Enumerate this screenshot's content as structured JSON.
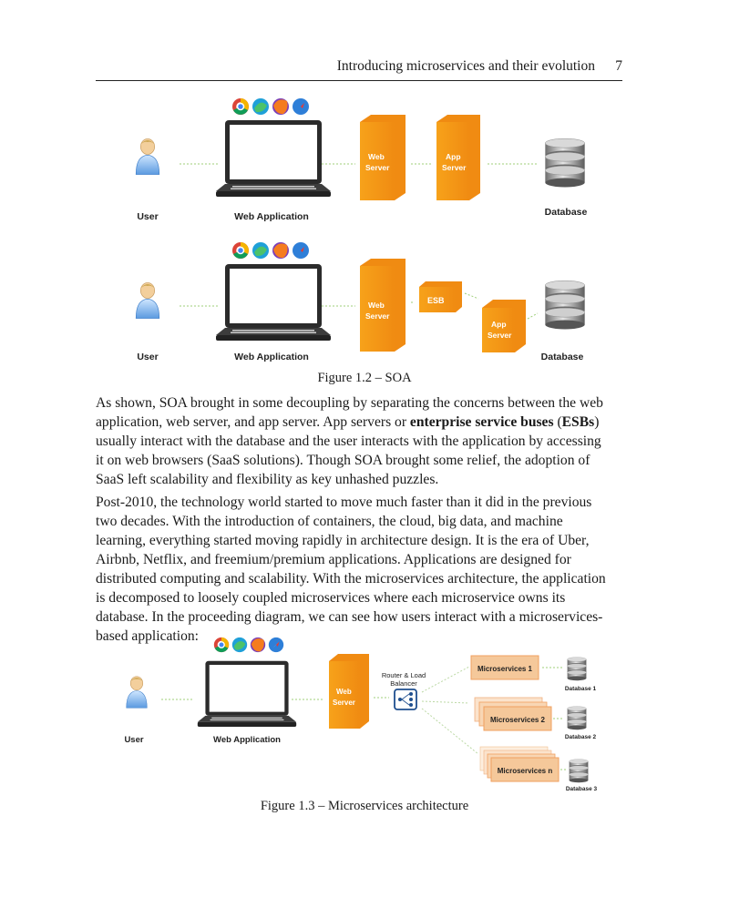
{
  "header": {
    "title": "Introducing microservices and their evolution",
    "page_number": "7"
  },
  "figure_1_2": {
    "caption": "Figure 1.2 – SOA",
    "top": {
      "user": "User",
      "web_application": "Web Application",
      "web_server": [
        "Web",
        "Server"
      ],
      "app_server": [
        "App",
        "Server"
      ],
      "database": "Database"
    },
    "bottom": {
      "user": "User",
      "web_application": "Web Application",
      "web_server": [
        "Web",
        "Server"
      ],
      "esb": "ESB",
      "app_server": [
        "App",
        "Server"
      ],
      "database": "Database"
    }
  },
  "paragraphs": {
    "p1": {
      "line1": "As shown, SOA brought in some decoupling by separating the concerns between the web",
      "line2": "application, web server, and app server. App servers or ",
      "line2_bold": "enterprise service buses",
      "line2_mid": " (",
      "line2_bold2": "ESBs",
      "line2_end": ")",
      "line3": "usually interact with the database and the user interacts with the application by accessing",
      "line4": "it on web browsers (SaaS solutions). Though SOA brought some relief, the adoption of",
      "line5": "SaaS left scalability and flexibility as key unhashed puzzles."
    },
    "p2": {
      "line1": "Post-2010, the technology world started to move much faster than it did in the previous",
      "line2": "two decades. With the introduction of containers, the cloud, big data, and machine",
      "line3": "learning, everything started moving rapidly in architecture design. It is the era of Uber,",
      "line4": "Airbnb, Netflix, and freemium/premium applications. Applications are designed for",
      "line5": "distributed computing and scalability. With the microservices architecture, the application",
      "line6": "is decomposed to loosely coupled microservices where each microservice owns its",
      "line7": "database. In the proceeding diagram, we can see how users interact with a microservices-",
      "line8": "based application:"
    }
  },
  "figure_1_3": {
    "caption": "Figure 1.3 – Microservices architecture",
    "user": "User",
    "web_application": "Web Application",
    "web_server": [
      "Web",
      "Server"
    ],
    "router": [
      "Router & Load",
      "Balancer"
    ],
    "microservices": [
      "Microservices 1",
      "Microservices 2",
      "Microservices n"
    ],
    "databases": [
      "Database 1",
      "Database 2",
      "Database 3"
    ]
  }
}
